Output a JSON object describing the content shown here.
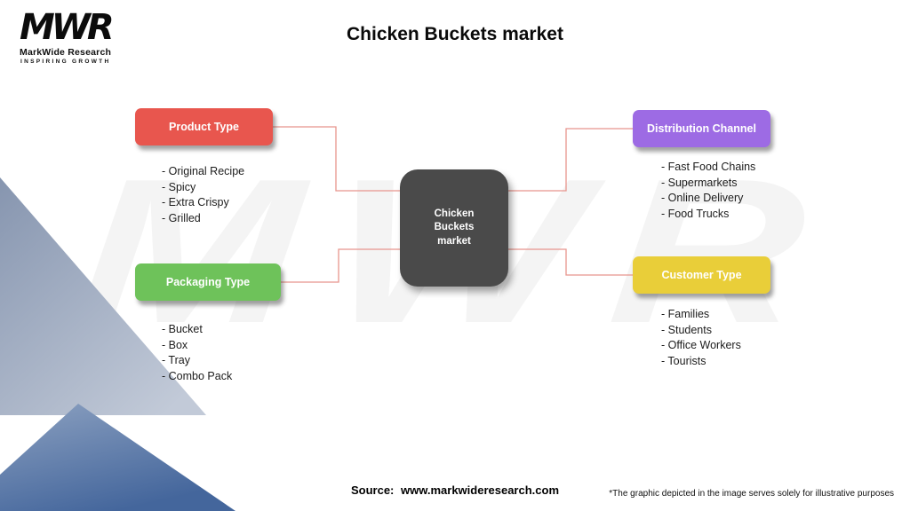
{
  "title": "Chicken Buckets market",
  "logo": {
    "acronym": "MWR",
    "name": "MarkWide Research",
    "tagline": "INSPIRING GROWTH"
  },
  "watermark": {
    "text": "MWR"
  },
  "center_node": {
    "label": "Chicken Buckets market",
    "color": "#4a4a4a"
  },
  "connector_color": "#e8958d",
  "categories": [
    {
      "label": "Product Type",
      "color": "#e8564e",
      "items": [
        "Original Recipe",
        "Spicy",
        "Extra Crispy",
        "Grilled"
      ]
    },
    {
      "label": "Distribution Channel",
      "color": "#9d6be4",
      "items": [
        "Fast Food Chains",
        "Supermarkets",
        "Online Delivery",
        "Food Trucks"
      ]
    },
    {
      "label": "Packaging Type",
      "color": "#6ec25a",
      "items": [
        "Bucket",
        "Box",
        "Tray",
        "Combo Pack"
      ]
    },
    {
      "label": "Customer Type",
      "color": "#e9ce39",
      "items": [
        "Families",
        "Students",
        "Office Workers",
        "Tourists"
      ]
    }
  ],
  "footer": {
    "source_label": "Source:",
    "source_url": "www.markwideresearch.com",
    "disclaimer": "*The graphic depicted in the image serves solely for illustrative purposes"
  }
}
